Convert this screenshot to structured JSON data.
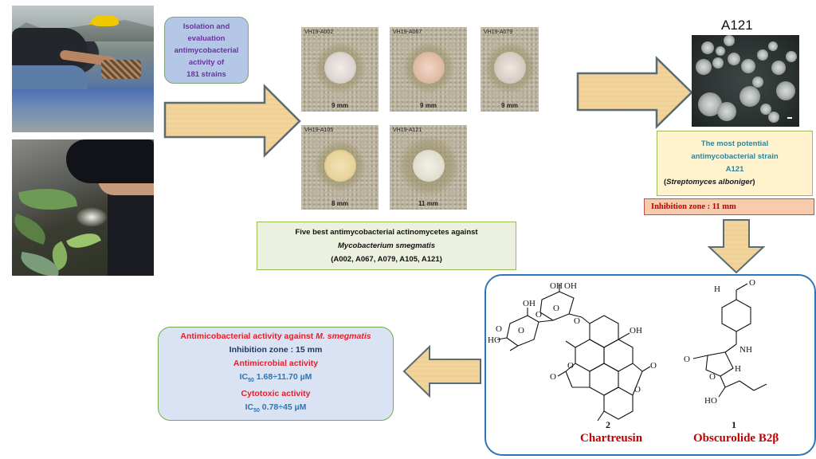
{
  "colors": {
    "arrow_fill": "#f2d49a",
    "arrow_stroke": "#5a6b72",
    "isolation_box_bg": "#b4c7e7",
    "isolation_text": "#7030a0",
    "five_box_bg": "#ebf1de",
    "potential_box_bg": "#fff2cc",
    "potential_text": "#31849b",
    "inhibition_box_bg": "#f8cbad",
    "inhibition_text": "#c00000",
    "compound_frame": "#2e75b6",
    "compound_name": "#c00000",
    "activity_box_bg": "#dae3f3",
    "activity_red": "#e21f2d",
    "activity_blue": "#2e75b6"
  },
  "photos": {
    "sampling_river": "Researcher collecting samples from a boat on a river",
    "sampling_forest": "Researcher collecting samples in a forest"
  },
  "isolation_box": {
    "lines": [
      "Isolation and",
      "evaluation",
      "antimycobacterial",
      "activity of",
      "181 strains"
    ]
  },
  "plates": [
    {
      "label": "VH19-A002",
      "zone": "9 mm",
      "colony": "white"
    },
    {
      "label": "VH19-A067",
      "zone": "9 mm",
      "colony": "pink"
    },
    {
      "label": "VH19-A079",
      "zone": "9 mm",
      "colony": "translucent"
    },
    {
      "label": "VH19-A105",
      "zone": "8 mm",
      "colony": "yellow"
    },
    {
      "label": "VH19-A121",
      "zone": "11 mm",
      "colony": "cream"
    }
  ],
  "five_best_box": {
    "line1": "Five best antimycobacterial  actinomycetes against",
    "line2": "Mycobacterium smegmatis",
    "line3": "(A002, A067, A079, A105, A121)"
  },
  "a121": {
    "title": "A121",
    "photo": "Colonies of strain A121"
  },
  "potential_box": {
    "line1": "The most potential",
    "line2": "antimycobacterial strain",
    "line3": "A121",
    "species_open": "(",
    "species": "Streptomyces alboniger",
    "species_close": ")"
  },
  "inhibition_box": {
    "text": "Inhibition zone : 11 mm"
  },
  "compounds": [
    {
      "number": "2",
      "name": "Chartreusin"
    },
    {
      "number": "1",
      "name": "Obscurolide B2β"
    }
  ],
  "structure_labels": {
    "chartreusin": [
      "OH",
      "OH",
      "OH",
      "O",
      "O",
      "O",
      "HO",
      "O",
      "O",
      "OH",
      "O",
      "O",
      "O",
      "O"
    ],
    "obscurolide": [
      "H",
      "O",
      "NH",
      "O",
      "O",
      "H",
      "HO"
    ]
  },
  "activity_box": {
    "line1_prefix": "Antimicobacterial activity against ",
    "line1_species": "M. smegmatis",
    "line2": "Inhibition zone : 15 mm",
    "line3": "Antimicrobial activity",
    "line4_prefix": "IC",
    "line4_sub": "50",
    "line4_value": " 1.68÷11.70 µM",
    "line5": "Cytotoxic activity",
    "line6_prefix": "IC",
    "line6_sub": "50",
    "line6_value": " 0.78÷45 µM"
  }
}
